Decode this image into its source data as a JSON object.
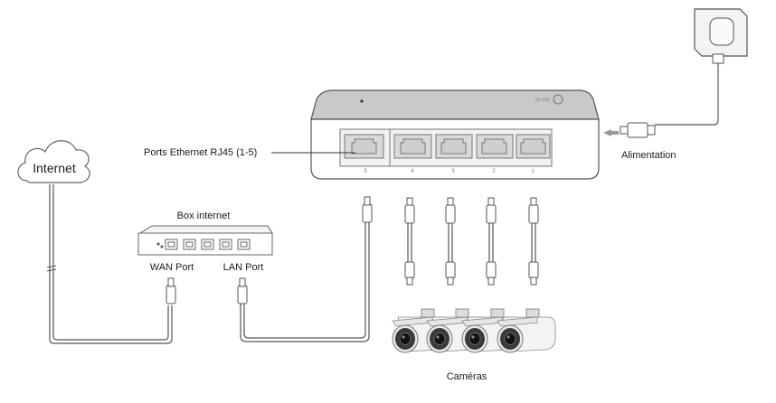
{
  "labels": {
    "internet": "Internet",
    "box_internet": "Box internet",
    "wan_port": "WAN Port",
    "lan_port": "LAN Port",
    "ports_ethernet": "Ports Ethernet  RJ45 (1-5)",
    "alimentation": "Alimentation",
    "cameras": "Caméras"
  },
  "switch": {
    "brand": "tp-link",
    "port_numbers": [
      "5",
      "4",
      "3",
      "2",
      "1"
    ]
  },
  "colors": {
    "line": "#555555",
    "switch_top": "#c8c8c8",
    "port_face": "#dcdcdc",
    "camera_body": "#f2f2f2"
  }
}
